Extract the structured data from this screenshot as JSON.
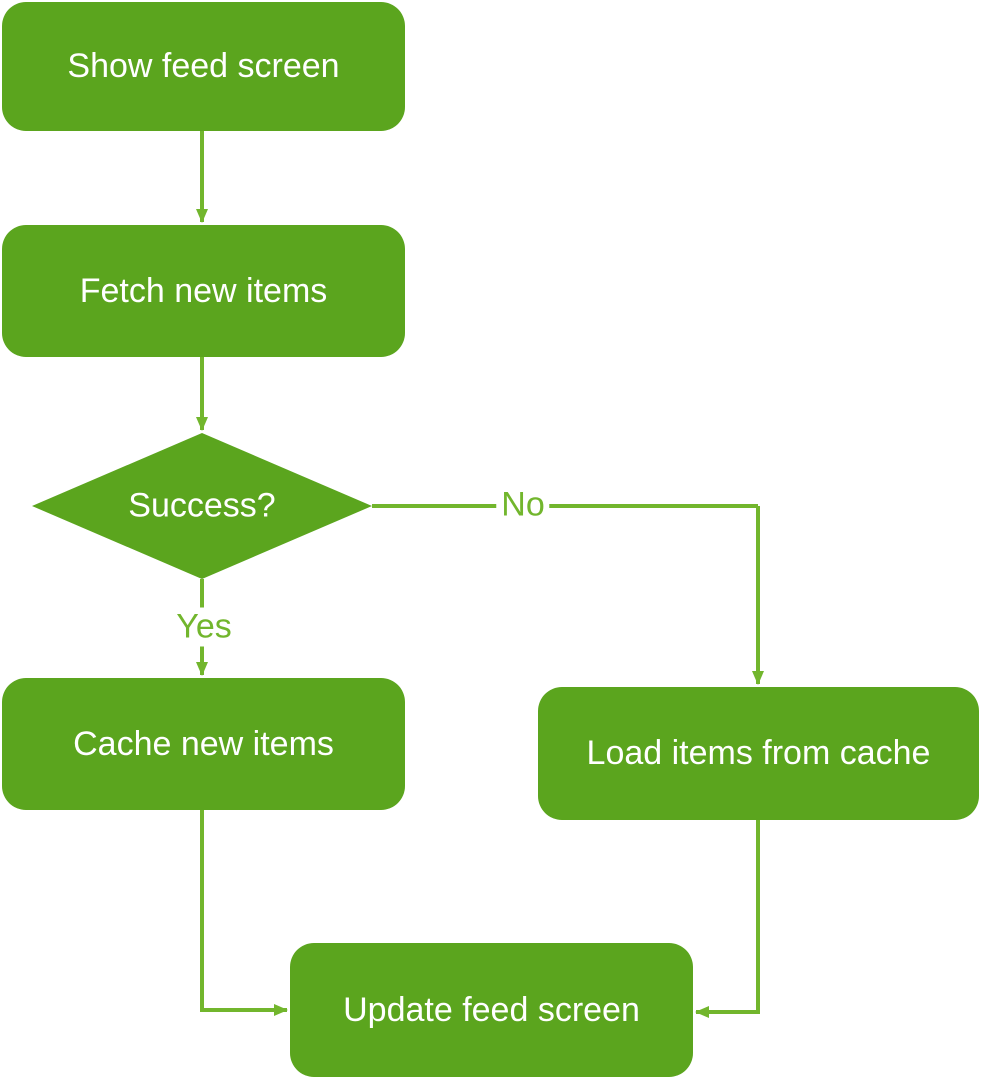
{
  "diagram": {
    "type": "flowchart",
    "colors": {
      "node_fill": "#5BA51E",
      "connector": "#72B62D",
      "node_text": "#ffffff",
      "background": "#ffffff"
    },
    "nodes": [
      {
        "id": "show-feed-screen",
        "type": "process",
        "label": "Show feed screen"
      },
      {
        "id": "fetch-new-items",
        "type": "process",
        "label": "Fetch new items"
      },
      {
        "id": "success",
        "type": "decision",
        "label": "Success?"
      },
      {
        "id": "cache-new-items",
        "type": "process",
        "label": "Cache new items"
      },
      {
        "id": "load-items-from-cache",
        "type": "process",
        "label": "Load items from cache"
      },
      {
        "id": "update-feed-screen",
        "type": "process",
        "label": "Update feed screen"
      }
    ],
    "edges": [
      {
        "from": "show-feed-screen",
        "to": "fetch-new-items",
        "label": ""
      },
      {
        "from": "fetch-new-items",
        "to": "success",
        "label": ""
      },
      {
        "from": "success",
        "to": "cache-new-items",
        "label": "Yes"
      },
      {
        "from": "success",
        "to": "load-items-from-cache",
        "label": "No"
      },
      {
        "from": "cache-new-items",
        "to": "update-feed-screen",
        "label": ""
      },
      {
        "from": "load-items-from-cache",
        "to": "update-feed-screen",
        "label": ""
      }
    ]
  }
}
